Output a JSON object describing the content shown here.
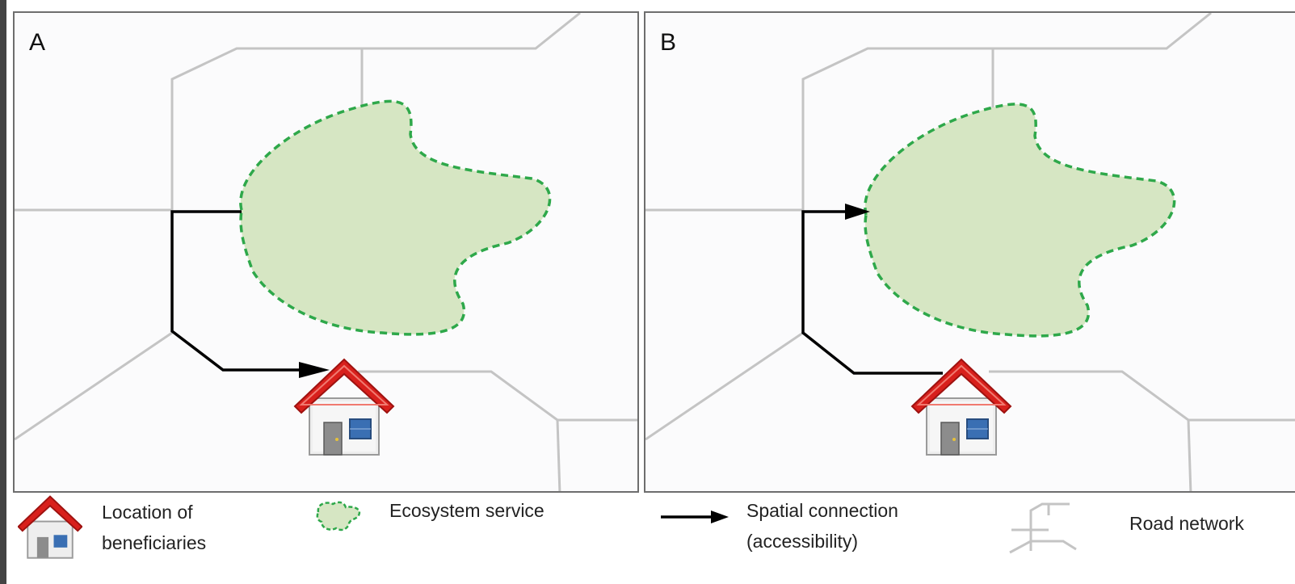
{
  "panels": [
    {
      "label": "A"
    },
    {
      "label": "B"
    }
  ],
  "legend": {
    "beneficiaries": {
      "line1": "Location of",
      "line2": "beneficiaries",
      "icon": "house-icon"
    },
    "ecosystem": {
      "label": "Ecosystem service",
      "icon": "dashed-blob-icon"
    },
    "connection": {
      "line1": "Spatial connection",
      "line2": "(accessibility)",
      "icon": "arrow-icon"
    },
    "roads": {
      "label": "Road network",
      "icon": "road-network-icon"
    }
  },
  "colors": {
    "road": "#c4c4c4",
    "ecosystem_fill": "#d6e6c3",
    "ecosystem_stroke": "#2ea84a",
    "connection": "#000000",
    "roof": "#d8201c",
    "frame_border": "#6e6e6e"
  }
}
